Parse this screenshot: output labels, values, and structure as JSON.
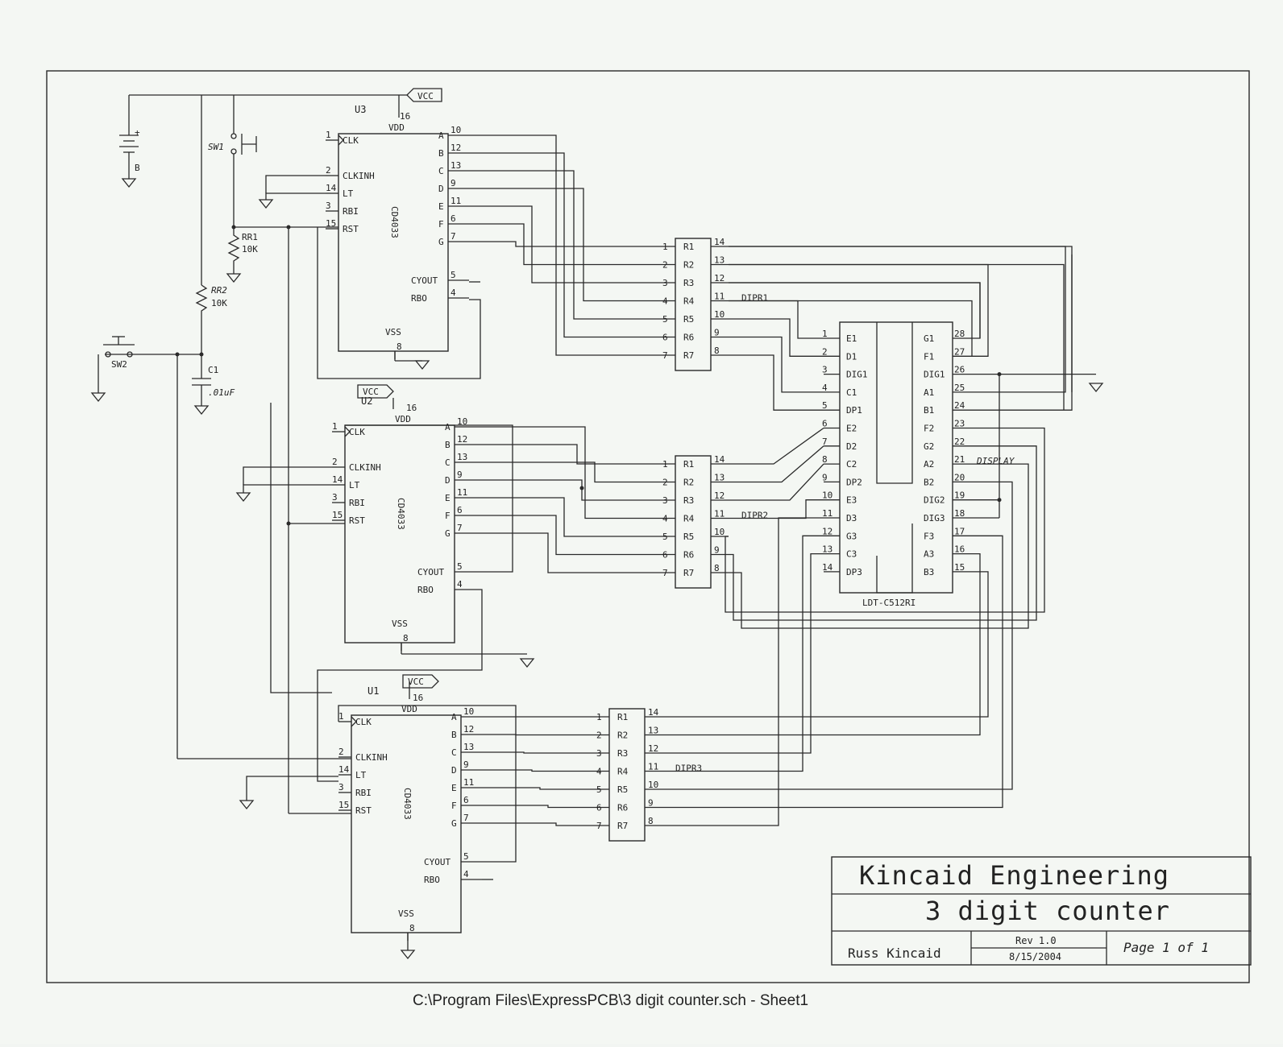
{
  "title_block": {
    "company": "Kincaid Engineering",
    "project": "3 digit counter",
    "author": "Russ Kincaid",
    "rev": "Rev 1.0",
    "date": "8/15/2004",
    "page": "Page 1 of 1"
  },
  "footer": "C:\\Program Files\\ExpressPCB\\3 digit counter.sch  -  Sheet1",
  "power": {
    "vcc": "VCC",
    "battery": "B",
    "battery_plus": "+"
  },
  "components": {
    "sw1": "SW1",
    "sw2": "SW2",
    "rr1": "RR1",
    "rr1_value": "10K",
    "rr2": "RR2",
    "rr2_value": "10K",
    "c1": "C1",
    "c1_value": ".01uF"
  },
  "chips": {
    "part": "CD4033",
    "names": [
      "U3",
      "U2",
      "U1"
    ],
    "left_pins": [
      {
        "num": "1",
        "name": "CLK"
      },
      {
        "num": "2",
        "name": "CLKINH"
      },
      {
        "num": "14",
        "name": "LT"
      },
      {
        "num": "3",
        "name": "RBI"
      },
      {
        "num": "15",
        "name": "RST"
      }
    ],
    "right_pins": [
      {
        "num": "10",
        "name": "A"
      },
      {
        "num": "12",
        "name": "B"
      },
      {
        "num": "13",
        "name": "C"
      },
      {
        "num": "9",
        "name": "D"
      },
      {
        "num": "11",
        "name": "E"
      },
      {
        "num": "6",
        "name": "F"
      },
      {
        "num": "7",
        "name": "G"
      },
      {
        "num": "5",
        "name": "CYOUT"
      },
      {
        "num": "4",
        "name": "RBO"
      }
    ],
    "vdd": "VDD",
    "vdd_pin": "16",
    "vss": "VSS",
    "vss_pin": "8"
  },
  "resistor_arrays": {
    "names": [
      "DIPR1",
      "DIPR2",
      "DIPR3"
    ],
    "left_pins": [
      "1",
      "2",
      "3",
      "4",
      "5",
      "6",
      "7"
    ],
    "right_pins": [
      "14",
      "13",
      "12",
      "11",
      "10",
      "9",
      "8"
    ],
    "labels": [
      "R1",
      "R2",
      "R3",
      "R4",
      "R5",
      "R6",
      "R7"
    ]
  },
  "display": {
    "name": "DISPLAY",
    "part": "LDT-C512RI",
    "left": [
      {
        "num": "1",
        "name": "E1"
      },
      {
        "num": "2",
        "name": "D1"
      },
      {
        "num": "3",
        "name": "DIG1"
      },
      {
        "num": "4",
        "name": "C1"
      },
      {
        "num": "5",
        "name": "DP1"
      },
      {
        "num": "6",
        "name": "E2"
      },
      {
        "num": "7",
        "name": "D2"
      },
      {
        "num": "8",
        "name": "C2"
      },
      {
        "num": "9",
        "name": "DP2"
      },
      {
        "num": "10",
        "name": "E3"
      },
      {
        "num": "11",
        "name": "D3"
      },
      {
        "num": "12",
        "name": "G3"
      },
      {
        "num": "13",
        "name": "C3"
      },
      {
        "num": "14",
        "name": "DP3"
      }
    ],
    "right": [
      {
        "num": "28",
        "name": "G1"
      },
      {
        "num": "27",
        "name": "F1"
      },
      {
        "num": "26",
        "name": "DIG1"
      },
      {
        "num": "25",
        "name": "A1"
      },
      {
        "num": "24",
        "name": "B1"
      },
      {
        "num": "23",
        "name": "F2"
      },
      {
        "num": "22",
        "name": "G2"
      },
      {
        "num": "21",
        "name": "A2"
      },
      {
        "num": "20",
        "name": "B2"
      },
      {
        "num": "19",
        "name": "DIG2"
      },
      {
        "num": "18",
        "name": "DIG3"
      },
      {
        "num": "17",
        "name": "F3"
      },
      {
        "num": "16",
        "name": "A3"
      },
      {
        "num": "15",
        "name": "B3"
      }
    ]
  }
}
